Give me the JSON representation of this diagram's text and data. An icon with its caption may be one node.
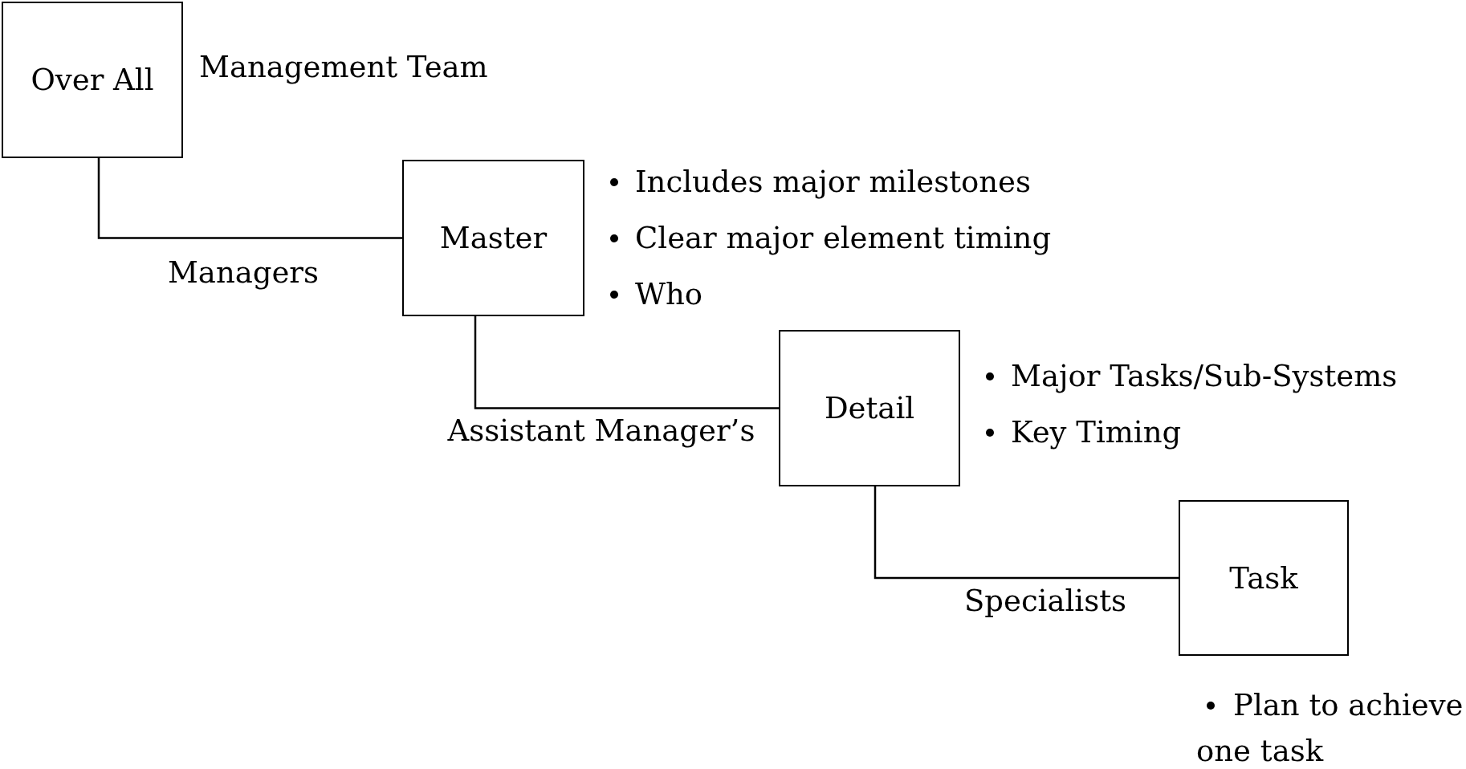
{
  "diagram": {
    "nodes": [
      {
        "text": [
          "Over All"
        ],
        "beside": [
          "Management Team"
        ]
      },
      {
        "text": [
          "Master"
        ],
        "beside": [
          "Includes major milestones",
          "Clear major element timing",
          "Who"
        ]
      },
      {
        "text": [
          "Detail"
        ],
        "beside": [
          "Major Tasks/Sub-Systems",
          "Key Timing"
        ]
      },
      {
        "text": [
          "Task"
        ],
        "beside": [
          "Plan to achieve one task"
        ]
      }
    ],
    "edges": [
      {
        "from": 0,
        "to": 1,
        "arrow": "none",
        "label": "Managers"
      },
      {
        "from": 1,
        "to": 2,
        "arrow": "none",
        "label": "Assistant Manager’s"
      },
      {
        "from": 2,
        "to": 3,
        "arrow": "none",
        "label": "Specialists"
      }
    ]
  }
}
